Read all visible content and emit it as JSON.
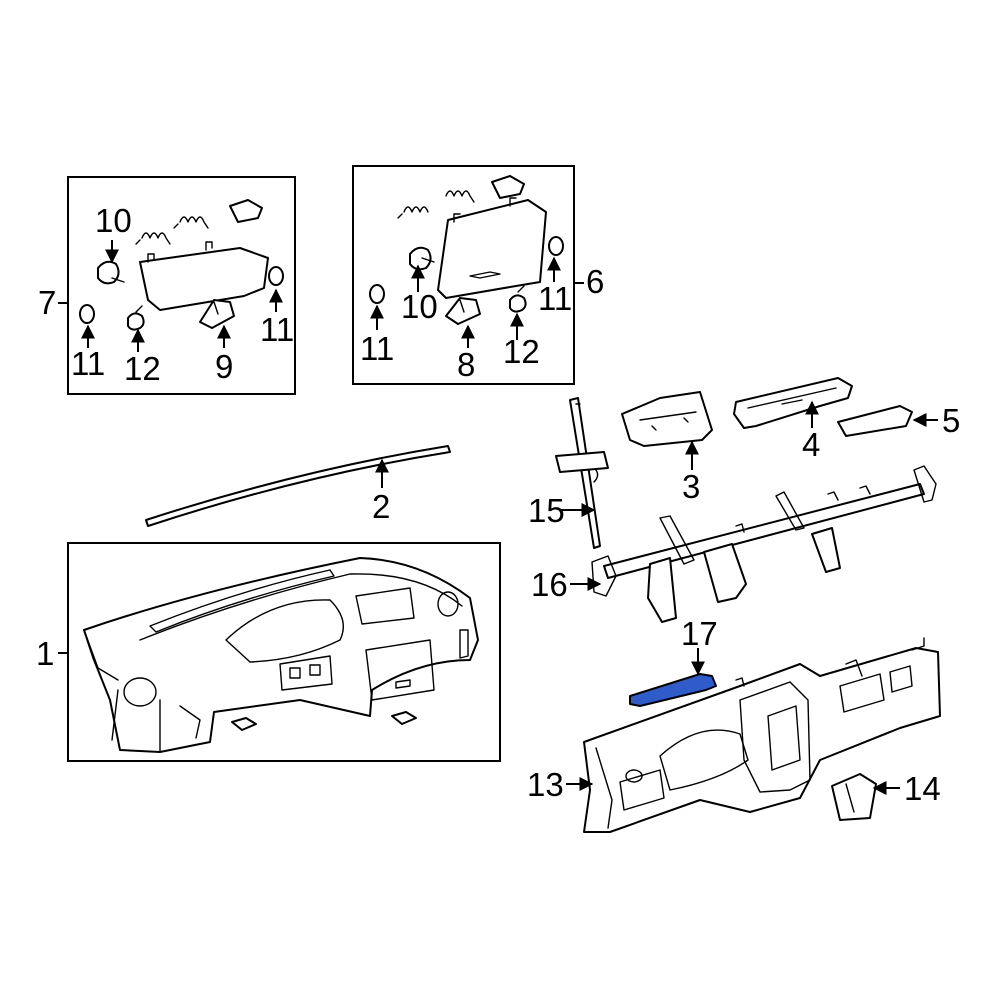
{
  "callouts": {
    "c1": "1",
    "c2": "2",
    "c3": "3",
    "c4": "4",
    "c5": "5",
    "c6": "6",
    "c7": "7",
    "c8": "8",
    "c9": "9",
    "c10a": "10",
    "c10b": "10",
    "c11a": "11",
    "c11b": "11",
    "c11c": "11",
    "c11d": "11",
    "c12a": "12",
    "c12b": "12",
    "c13": "13",
    "c14": "14",
    "c15": "15",
    "c16": "16",
    "c17": "17"
  },
  "colors": {
    "highlight": "#2f5cc8",
    "line": "#000000",
    "background": "#ffffff"
  }
}
